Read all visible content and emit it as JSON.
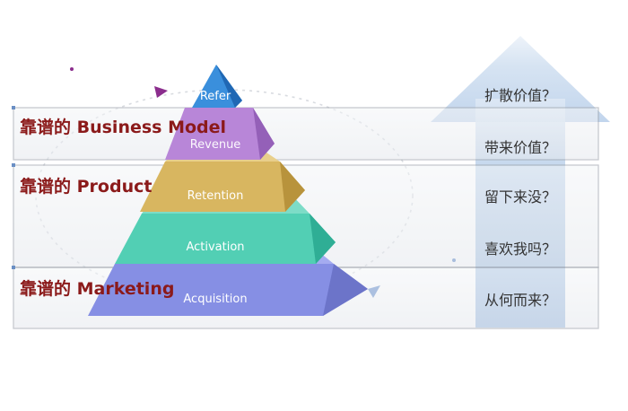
{
  "bands": [
    {
      "label": "靠谱的 Business Model"
    },
    {
      "label": "靠谱的 Product"
    },
    {
      "label": "靠谱的 Marketing"
    }
  ],
  "pyramid": {
    "tiers": [
      {
        "label": "Refer",
        "color": "#3a8fdc"
      },
      {
        "label": "Revenue",
        "color": "#b784d8"
      },
      {
        "label": "Retention",
        "color": "#d6b25e"
      },
      {
        "label": "Activation",
        "color": "#4fcfb3"
      },
      {
        "label": "Acquisition",
        "color": "#8690e6"
      }
    ]
  },
  "questions": [
    {
      "label": "扩散价值？"
    },
    {
      "label": "带来价值？"
    },
    {
      "label": "留下来没？"
    },
    {
      "label": "喜欢我吗？"
    },
    {
      "label": "从何而来？"
    }
  ],
  "colors": {
    "band_text": "#8b1a1a",
    "arrow": "#7fa8d6",
    "band_border": "#9aa0a8"
  }
}
